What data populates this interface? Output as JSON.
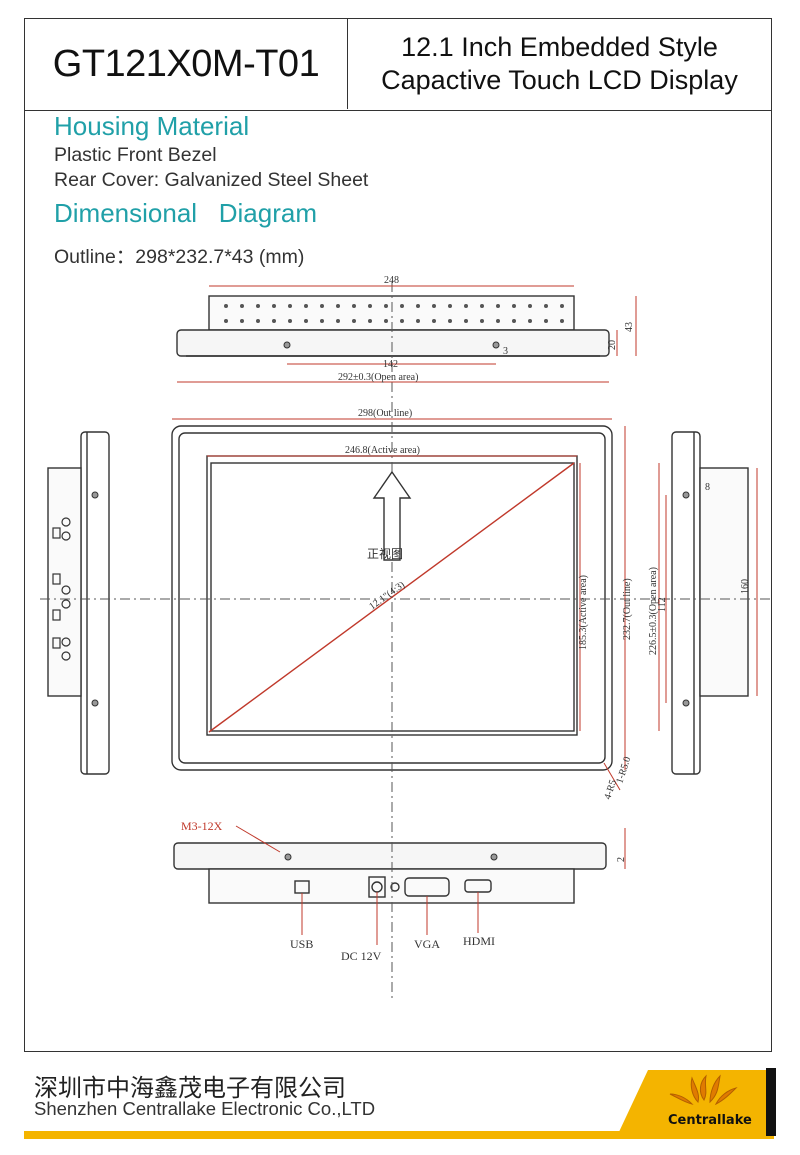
{
  "header": {
    "model": "GT121X0M-T01",
    "subtitle_line1": "12.1 Inch Embedded Style",
    "subtitle_line2": "Capactive Touch LCD Display"
  },
  "housing": {
    "heading": "Housing Material",
    "line1": "Plastic Front Bezel",
    "line2": "Rear Cover: Galvanized Steel Sheet"
  },
  "diagram": {
    "heading": "Dimensional   Diagram",
    "outline": "Outline：298*232.7*43 (mm)"
  },
  "drawing_labels": {
    "top_width": "248",
    "top_center": "142",
    "top_open": "292±0.3(Open area)",
    "top_depth": "43",
    "top_depth2": "20",
    "top_small": "3",
    "outline_width": "298(Out line)",
    "active_width": "246.8(Active area)",
    "front_view": "正视图",
    "diagonal": "12.1\"(4:3)",
    "active_height": "185.3(Active area)",
    "outline_height": "232.7(Out line)",
    "open_height": "226.5±0.3(Open area)",
    "side_height": "112",
    "side_height2": "160",
    "side_small": "8",
    "corner_r1": "1-R5.0",
    "corner_r2": "4-R5",
    "screw": "M3-12X",
    "bottom_small": "2",
    "port_usb": "USB",
    "port_dc": "DC 12V",
    "port_vga": "VGA",
    "port_hdmi": "HDMI"
  },
  "footer": {
    "company_cn": "深圳市中海鑫茂电子有限公司",
    "company_en": "Shenzhen Centrallake Electronic Co.,LTD",
    "logo_text": "Centrallake"
  },
  "colors": {
    "heading": "#20a0a8",
    "dimension": "#c0392b",
    "accent": "#f4b400"
  }
}
